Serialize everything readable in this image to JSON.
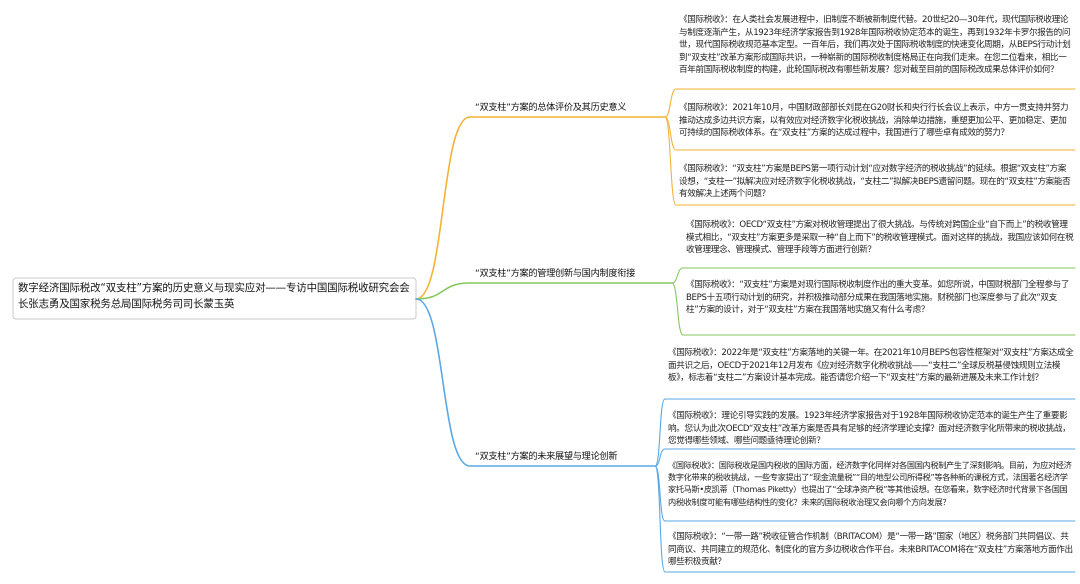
{
  "root": "数字经济国际税改“双支柱”方案的历史意义与现实应对——专访中国国际税收研究会会长张志勇及国家税务总局国际税务司司长蒙玉英",
  "branches": [
    {
      "label": "“双支柱”方案的总体评价及其历史意义"
    },
    {
      "label": "“双支柱”方案的管理创新与国内制度衔接"
    },
    {
      "label": "“双支柱”方案的未来展望与理论创新"
    }
  ],
  "leaves": [
    "《国际税收》：在人类社会发展进程中，旧制度不断被新制度代替。20世纪20—30年代，现代国际税收理论与制度逐渐产生，从1923年经济学家报告到1928年国际税收协定范本的诞生，再到1932年卡罗尔报告的问世，现代国际税收规范基本定型。一百年后，我们再次处于国际税收制度的快速变化周期，从BEPS行动计划到“双支柱”改革方案形成国际共识，一种崭新的国际税收制度格局正在向我们走来。在您二位看来，相比一百年前国际税收制度的构建，此轮国际税改有哪些新发展？您对截至目前的国际税改成果总体评价如何？",
    "《国际税收》：2021年10月，中国财政部部长刘昆在G20财长和央行行长会议上表示，中方一贯支持并努力推动达成多边共识方案，以有效应对经济数字化税收挑战，消除单边措施，重塑更加公平、更加稳定、更加可持续的国际税收体系。在“双支柱”方案的达成过程中，我国进行了哪些卓有成效的努力？",
    "《国际税收》：“双支柱”方案是BEPS第一项行动计划“应对数字经济的税收挑战”的延续。根据“双支柱”方案设想，“支柱一”拟解决应对经济数字化税收挑战，“支柱二”拟解决BEPS遗留问题。现在的“双支柱”方案能否有效解决上述两个问题？",
    "《国际税收》：OECD“双支柱”方案对税收管理提出了很大挑战。与传统对跨国企业“自下而上”的税收管理模式相比，“双支柱”方案更多是采取一种“自上而下”的税收管理模式。面对这样的挑战，我国应该如何在税收管理理念、管理模式、管理手段等方面进行创新？",
    "《国际税收》：“双支柱”方案是对现行国际税收制度作出的重大变革。如您所说，中国财税部门全程参与了BEPS十五项行动计划的研究，并积极推动部分成果在我国落地实施。财税部门也深度参与了此次“双支柱”方案的设计，对于“双支柱”方案在我国落地实施又有什么考虑？",
    "《国际税收》：2022年是“双支柱”方案落地的关键一年。在2021年10月BEPS包容性框架对“双支柱”方案达成全面共识之后，OECD于2021年12月发布《应对经济数字化税收挑战——“支柱二”全球反税基侵蚀规则立法模板》，标志着“支柱二”方案设计基本完成。能否请您介绍一下“双支柱”方案的最新进展及未来工作计划？",
    "《国际税收》：理论引导实践的发展。1923年经济学家报告对于1928年国际税收协定范本的诞生产生了重要影响。您认为此次OECD“双支柱”改革方案是否具有足够的经济学理论支撑？面对经济数字化所带来的税收挑战，您觉得哪些领域、哪些问题亟待理论创新？",
    "《国际税收》：国际税收是国内税收的国际方面，经济数字化同样对各国国内税制产生了深刻影响。目前，为应对经济数字化带来的税收挑战，一些专家提出了“现金流量税”“目的地型公司所得税”等各种新的课税方式，法国著名经济学家托马斯•皮凯蒂（Thomas Piketty）也提出了“全球净资产税”等其他设想。在您看来，数字经济时代背景下各国国内税收制度可能有哪些结构性的变化？未来的国际税收治理又会向哪个方向发展？",
    "《国际税收》：“一带一路”税收征管合作机制（BRITACOM）是“一带一路”国家（地区）税务部门共同倡议、共同商议、共同建立的规范化、制度化的官方多边税收合作平台。未来BRITACOM将在“双支柱”方案落地方面作出哪些积极贡献？"
  ],
  "colors": {
    "root_border": "#c8c8c8",
    "branch1": "#f3b234",
    "branch2": "#86c75d",
    "branch3": "#5aa8e5"
  }
}
